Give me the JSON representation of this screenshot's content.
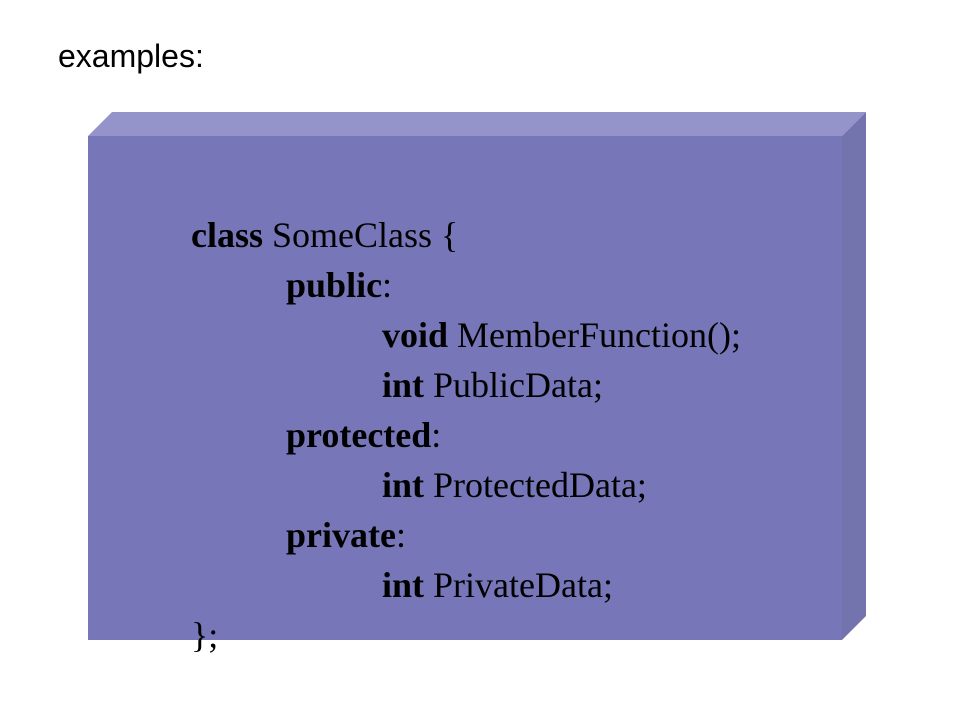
{
  "heading": "examples:",
  "colors": {
    "box_face": "#7676b8",
    "box_top": "#9494cb",
    "box_side": "#7373ae",
    "text": "#000000"
  },
  "code": {
    "lines": [
      {
        "kw": "class",
        "rest": " SomeClass {"
      },
      {
        "kw": "public",
        "rest": ":"
      },
      {
        "kw": "void",
        "rest": " MemberFunction();"
      },
      {
        "kw": "int",
        "rest": " PublicData;"
      },
      {
        "kw": "protected",
        "rest": ":"
      },
      {
        "kw": "int",
        "rest": " ProtectedData;"
      },
      {
        "kw": "private",
        "rest": ":"
      },
      {
        "kw": "int",
        "rest": " PrivateData;"
      },
      {
        "kw": "",
        "rest": "};"
      }
    ]
  }
}
